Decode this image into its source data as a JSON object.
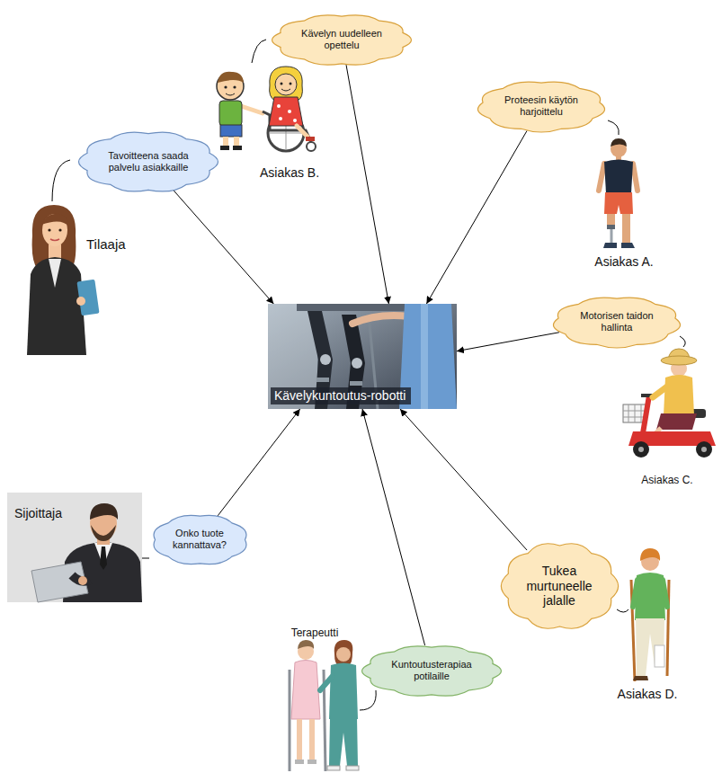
{
  "diagram": {
    "nodes": [
      {
        "text": [
          "Kävelyn uudelleen opettelu"
        ]
      },
      {
        "text": [
          "Proteesin käytön harjoittelu"
        ]
      },
      {
        "text": [
          "Tavoitteena saada palvelu asiakkaille"
        ]
      },
      {
        "text": [
          "Kävelykuntoutus-robotti"
        ]
      },
      {
        "text": [
          "Motorisen taidon hallinta"
        ]
      },
      {
        "text": [
          "Onko tuote kannattava?"
        ]
      },
      {
        "text": [
          "Tukea murtuneelle jalalle"
        ]
      },
      {
        "text": [
          "Kuntoutusterapiaa potilaille"
        ]
      }
    ],
    "edges": [
      {
        "from": 0,
        "to": 3,
        "arrow": "to"
      },
      {
        "from": 1,
        "to": 3,
        "arrow": "to"
      },
      {
        "from": 2,
        "to": 3,
        "arrow": "to"
      },
      {
        "from": 4,
        "to": 3,
        "arrow": "to"
      },
      {
        "from": 5,
        "to": 3,
        "arrow": "to"
      },
      {
        "from": 6,
        "to": 3,
        "arrow": "to"
      },
      {
        "from": 7,
        "to": 3,
        "arrow": "to"
      }
    ],
    "labels": [
      "Asiakas B.",
      "Asiakas A.",
      "Tilaaja",
      "Asiakas C.",
      "Sijoittaja",
      "Terapeutti",
      "Asiakas D."
    ]
  }
}
